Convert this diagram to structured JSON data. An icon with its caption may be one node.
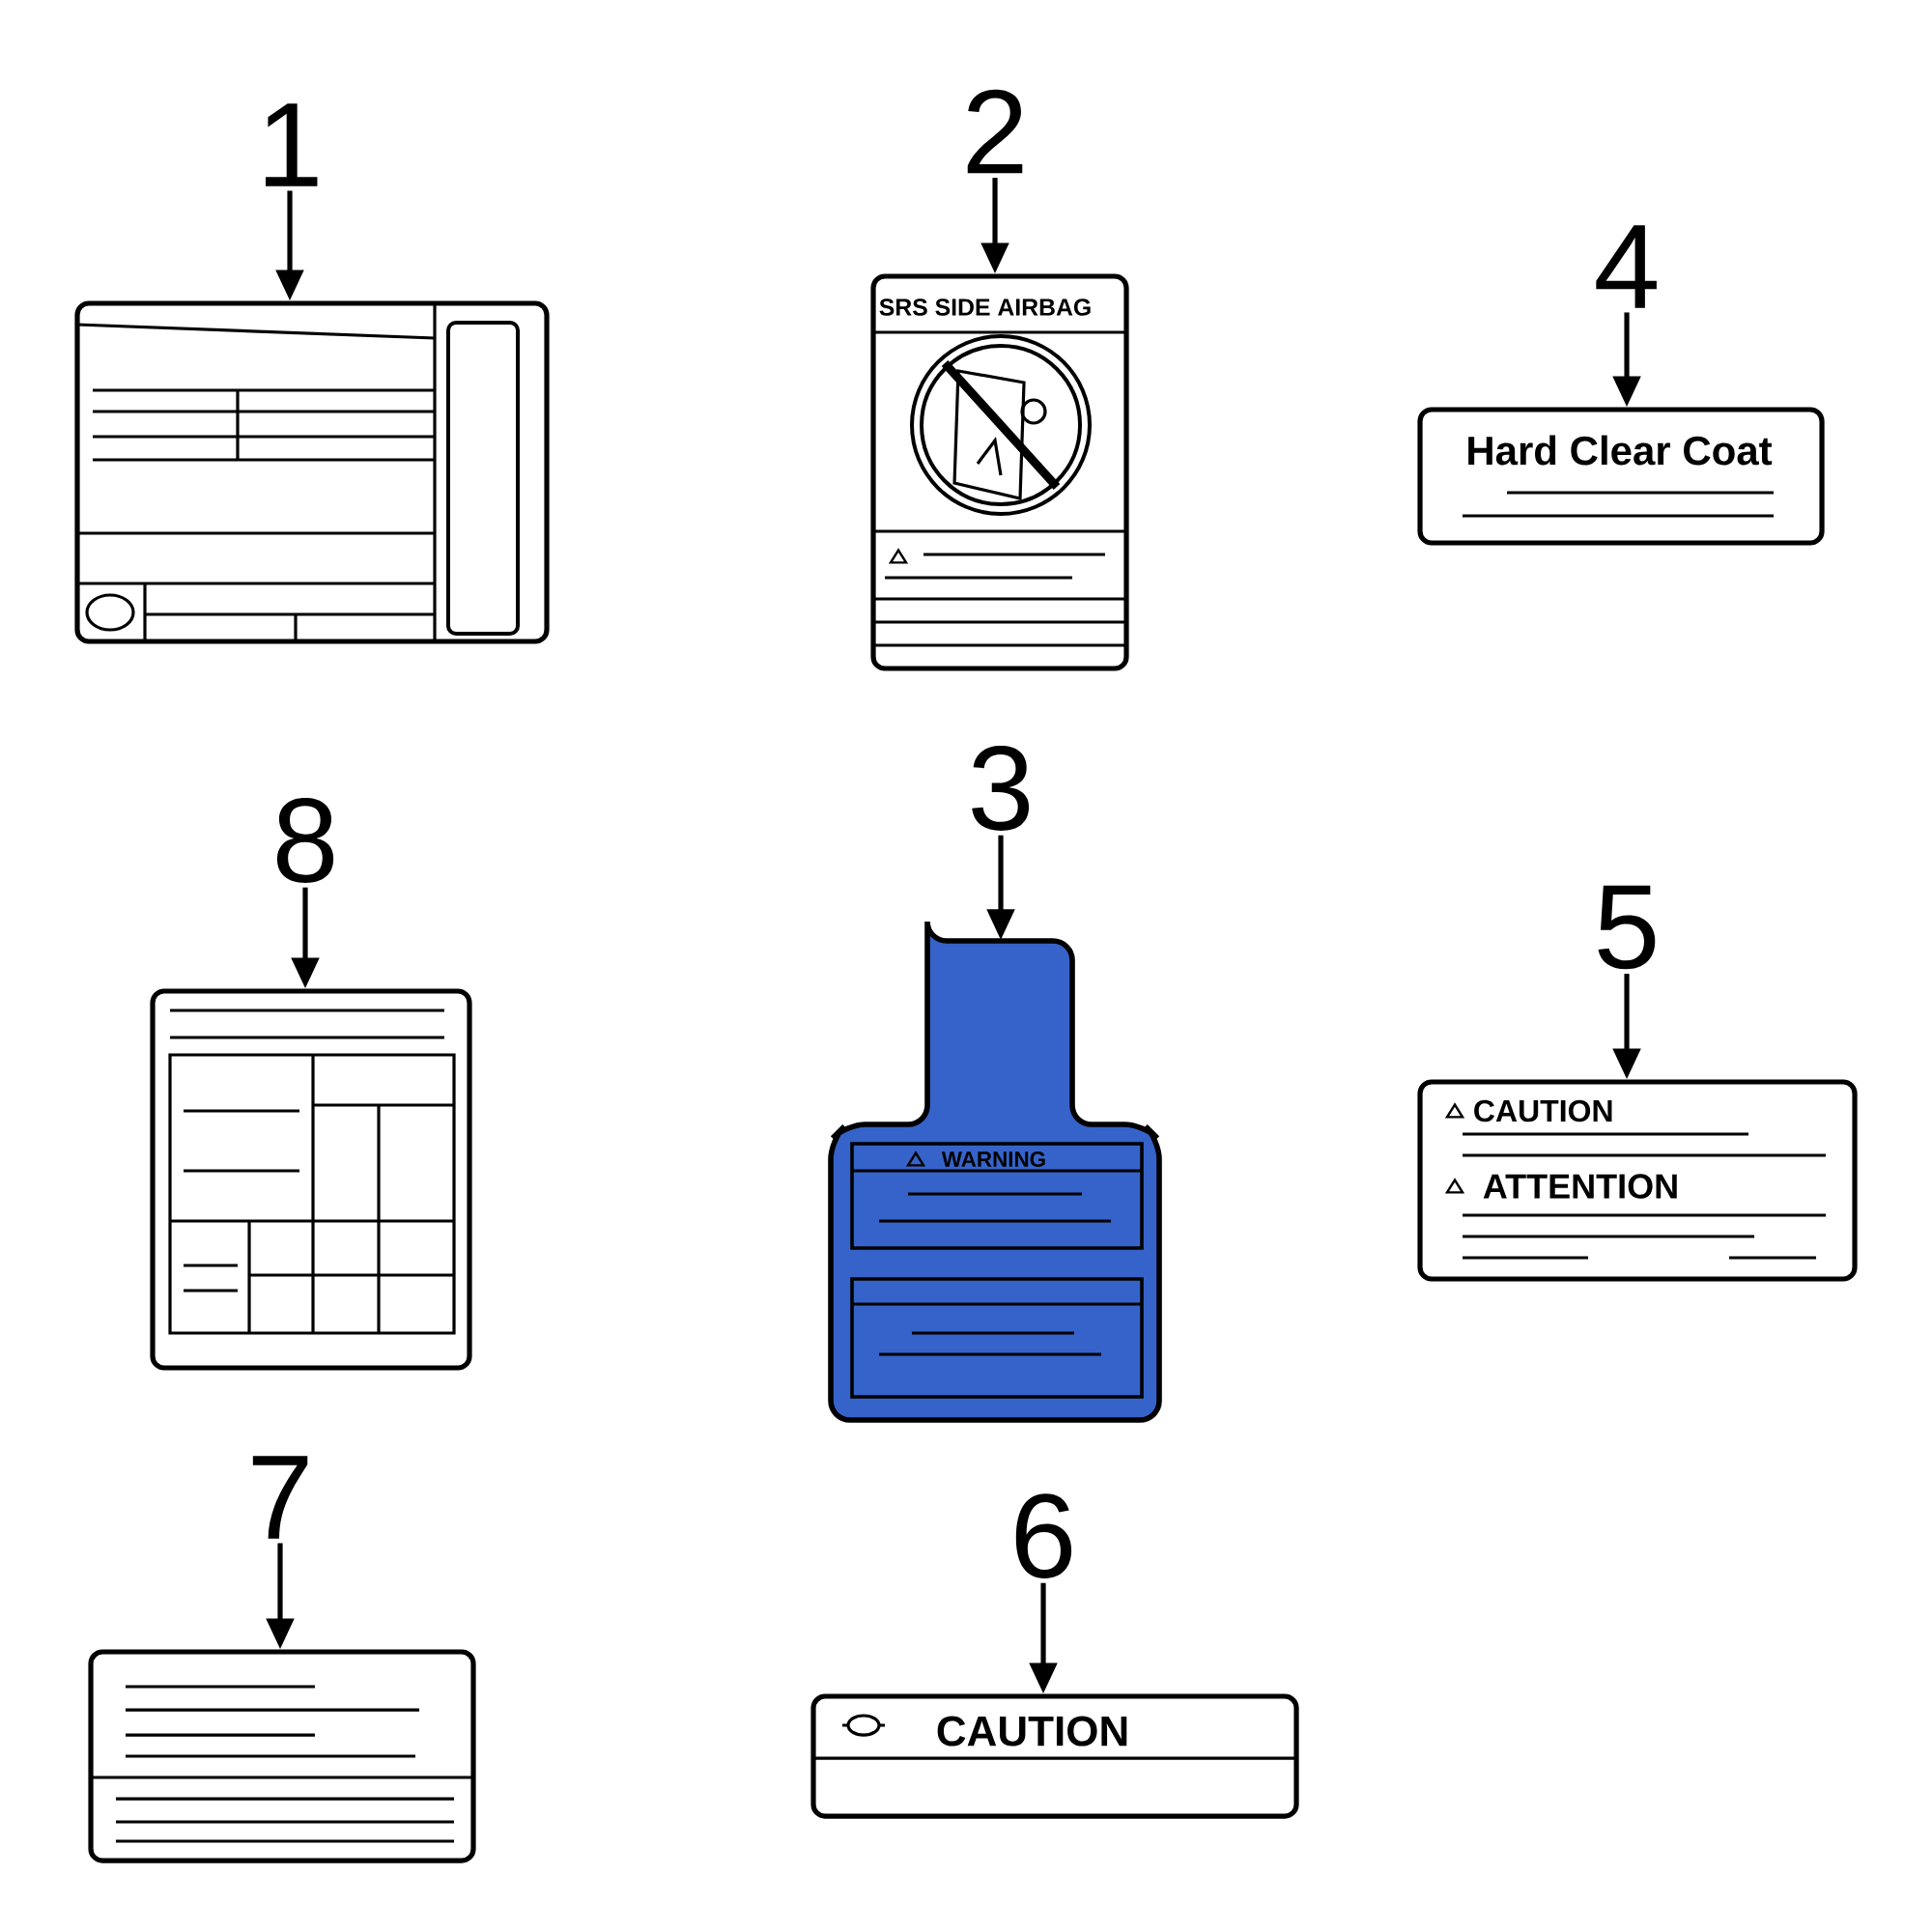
{
  "diagram": {
    "nodes": [
      {
        "text": [
          "1"
        ]
      },
      {
        "text": [],
        "shape": "box"
      },
      {
        "text": [
          "2"
        ]
      },
      {
        "text": [
          "SRS SIDE AIRBAG"
        ]
      },
      {
        "text": [
          "4"
        ]
      },
      {
        "text": [
          "Hard Clear Coat"
        ]
      },
      {
        "text": [
          "8"
        ]
      },
      {
        "text": [],
        "shape": "box"
      },
      {
        "text": [
          "3"
        ]
      },
      {
        "text": [
          "WARNING"
        ]
      },
      {
        "text": [
          "5"
        ]
      },
      {
        "text": [
          "CAUTION",
          "ATTENTION"
        ]
      },
      {
        "text": [
          "7"
        ]
      },
      {
        "text": [],
        "shape": "box"
      },
      {
        "text": [
          "6"
        ]
      },
      {
        "text": [
          "CAUTION"
        ]
      }
    ],
    "edges": [
      {
        "from": 0,
        "to": 1,
        "arrow": "to"
      },
      {
        "from": 2,
        "to": 3,
        "arrow": "to"
      },
      {
        "from": 4,
        "to": 5,
        "arrow": "to"
      },
      {
        "from": 6,
        "to": 7,
        "arrow": "to"
      },
      {
        "from": 8,
        "to": 9,
        "arrow": "to"
      },
      {
        "from": 10,
        "to": 11,
        "arrow": "to"
      },
      {
        "from": 12,
        "to": 13,
        "arrow": "to"
      },
      {
        "from": 14,
        "to": 15,
        "arrow": "to"
      }
    ]
  }
}
